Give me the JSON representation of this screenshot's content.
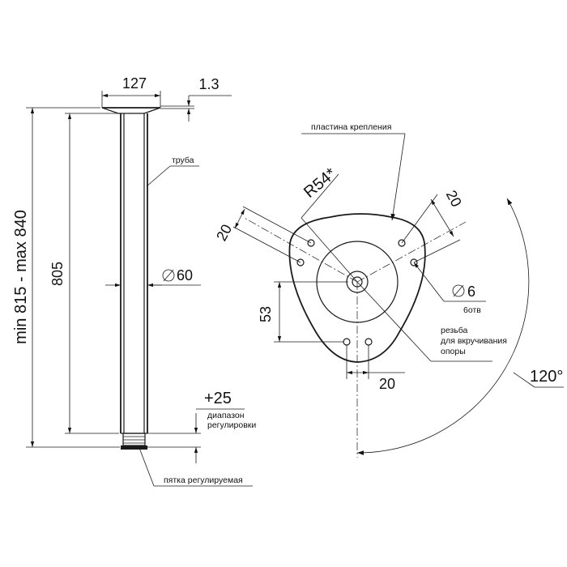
{
  "leg_view": {
    "dim_width": "127",
    "dim_plate_thickness": "1.3",
    "label_tube": "труба",
    "dim_tube_diameter": "60",
    "dim_tube_length": "805",
    "dim_total_height": "min 815 - max 840",
    "dim_adjustment": "+25",
    "label_adjustment_line1": "диапазон",
    "label_adjustment_line2": "регулировки",
    "label_foot": "пятка регулируемая"
  },
  "plate_view": {
    "label_plate": "пластина крепления",
    "dim_radius": "R54*",
    "dim_slot_left": "20",
    "dim_slot_right": "20",
    "dim_hole_diameter": "6",
    "label_holes": "6отв",
    "dim_height_53": "53",
    "label_thread_line1": "резьба",
    "label_thread_line2": "для вкручивания",
    "label_thread_line3": "опоры",
    "dim_bottom_20": "20",
    "dim_angle": "120°"
  }
}
